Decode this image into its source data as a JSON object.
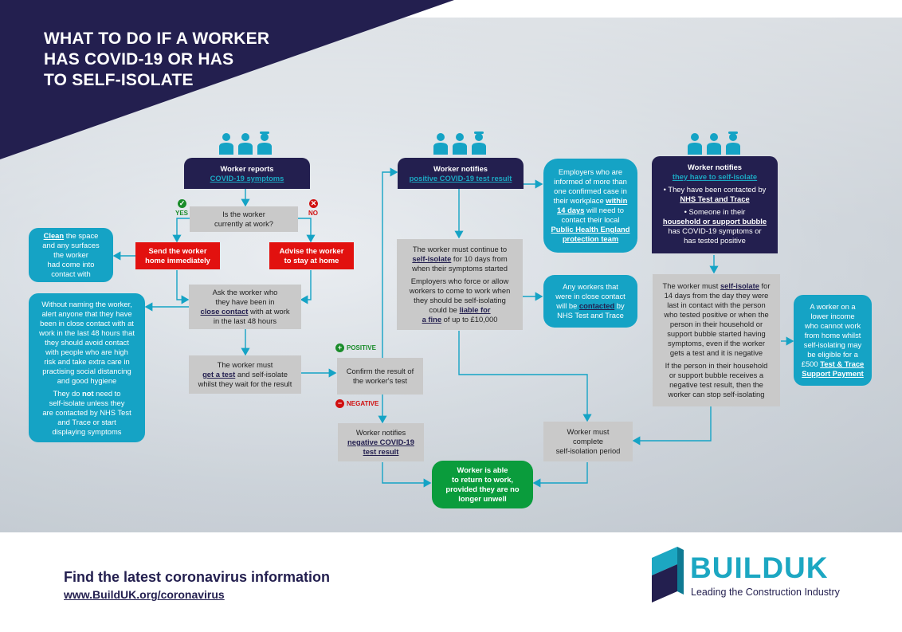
{
  "title": [
    "WHAT TO DO IF A WORKER",
    "HAS COVID-19 OR HAS",
    "TO SELF-ISOLATE"
  ],
  "colors": {
    "navy": "#231f4f",
    "teal": "#15a3c5",
    "red": "#e2110f",
    "green": "#0a9c3c",
    "grey": "#c9c9c9",
    "brand": "#1ca7c2"
  },
  "icons": [
    "workers-icon",
    "tick-icon",
    "cross-icon",
    "plus-icon",
    "minus-icon",
    "buildu-logo-icon"
  ],
  "col1": {
    "header": {
      "line1": "Worker reports",
      "link": "COVID-19 symptoms"
    },
    "yes": "YES",
    "no": "NO",
    "question": [
      "Is the worker",
      "currently at work?"
    ],
    "send_home": [
      "Send the worker",
      "home immediately"
    ],
    "advise": [
      "Advise the worker",
      "to stay at home"
    ],
    "clean": {
      "pre": "Clean",
      "rest": [
        "the space",
        "and any surfaces",
        "the worker",
        "had come into",
        "contact with"
      ]
    },
    "ask": {
      "l1": "Ask the worker who",
      "l2": "they have been in",
      "link": "close contact",
      "l3": " with at work",
      "l4": "in the last 48 hours"
    },
    "alert": {
      "p1": [
        "Without naming the worker,",
        "alert anyone that they have",
        "been in close contact with at",
        "work in the last 48 hours that",
        "they should avoid contact",
        "with people who are high",
        "risk and take extra care in",
        "practising social distancing",
        "and good hygiene"
      ],
      "p2a": "They do ",
      "p2b": "not",
      "p2c": " need to",
      "p2": [
        "self-isolate unless they",
        "are contacted by NHS Test",
        "and Trace or start",
        "displaying symptoms"
      ]
    },
    "test": {
      "l1": "The worker must",
      "link": "get a test",
      "l2": " and self-isolate",
      "l3": "whilst they wait for the result"
    }
  },
  "confirm": [
    "Confirm the result of",
    "the worker's test"
  ],
  "positive": "POSITIVE",
  "negative": "NEGATIVE",
  "neg_box": {
    "l1": "Worker notifies",
    "link1": "negative COVID-19",
    "link2": "test result"
  },
  "col2": {
    "header": {
      "line1": "Worker notifies",
      "link": "positive COVID-19 test result"
    },
    "employers": {
      "l1": "Employers who are",
      "l2": "informed of more than",
      "l3": "one confirmed case in",
      "l4a": "their workplace ",
      "link1": "within",
      "link2": "14 days",
      "l5": " will need to",
      "l6": "contact their local",
      "link3": "Public Health England",
      "link4": "protection team"
    },
    "must": {
      "l1": "The worker must continue to",
      "link": "self-isolate",
      "l2": " for 10 days from",
      "l3": "when their symptoms started",
      "p2": [
        "Employers who force or allow",
        "workers to come to work when",
        "they should be self-isolating"
      ],
      "l4": "could be ",
      "link2": "liable for",
      "link3": "a fine",
      "l5": " of up to £10,000"
    },
    "contact": {
      "l1": "Any workers that",
      "l2": "were in close contact",
      "l3a": "will be ",
      "link": "contacted",
      "l3b": " by",
      "l4": "NHS Test and Trace"
    }
  },
  "complete": [
    "Worker must",
    "complete",
    "self-isolation period"
  ],
  "return": [
    "Worker is able",
    "to return to work,",
    "provided they are no",
    "longer unwell"
  ],
  "col3": {
    "header": {
      "line1": "Worker notifies",
      "link": "they have to self-isolate"
    },
    "p1": "• They have been contacted by",
    "link1": "NHS Test and Trace",
    "p2": "• Someone in their",
    "link2": "household or support bubble",
    "p3": [
      "has COVID-19 symptoms or",
      "has tested positive"
    ],
    "must": {
      "l1": "The worker must ",
      "link": "self-isolate",
      "l1b": " for",
      "p1": [
        "14 days from the day they were",
        "last in contact with the person",
        "who tested positive or when the",
        "person in their household or",
        "support bubble started having",
        "symptoms, even if the worker",
        "gets a test and it is negative"
      ],
      "p2": [
        "If the person in their household",
        "or support bubble receives a",
        "negative test result, then the",
        "worker can stop self-isolating"
      ]
    },
    "payment": {
      "lines": [
        "A worker on a",
        "lower income",
        "who cannot work",
        "from home whilst",
        "self-isolating may",
        "be eligible for a"
      ],
      "l7a": "£500 ",
      "link1": "Test & Trace",
      "link2": "Support Payment"
    }
  },
  "footer": {
    "title": "Find the latest coronavirus information",
    "url": "www.BuildUK.org/coronavirus"
  },
  "logo": {
    "name": "BUILDUK",
    "tagline": "Leading the Construction Industry"
  }
}
